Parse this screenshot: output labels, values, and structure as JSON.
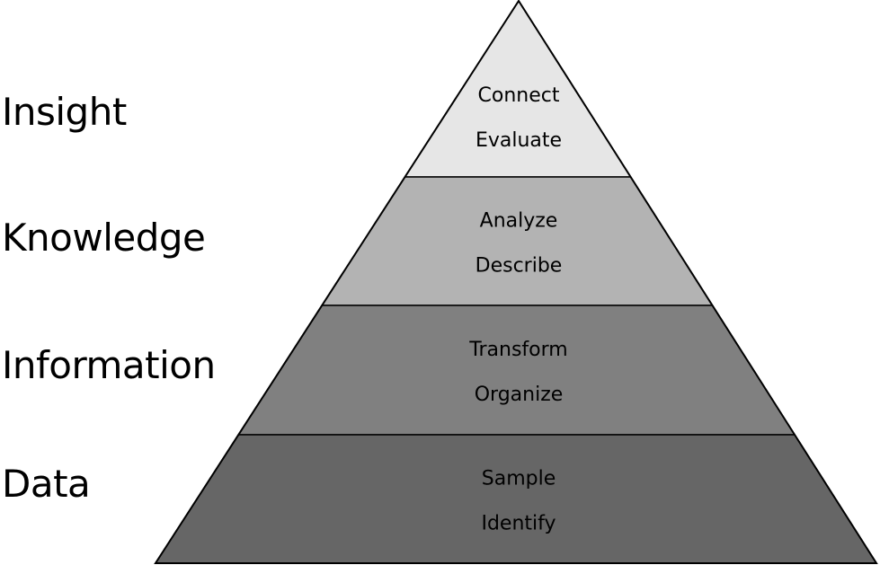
{
  "title": "Data-Information-Knowledge-Insight pyramid",
  "levels": [
    {
      "name": "Insight",
      "actions": [
        "Connect",
        "Evaluate"
      ],
      "color": "#e6e6e6"
    },
    {
      "name": "Knowledge",
      "actions": [
        "Analyze",
        "Describe"
      ],
      "color": "#b3b3b3"
    },
    {
      "name": "Information",
      "actions": [
        "Transform",
        "Organize"
      ],
      "color": "#808080"
    },
    {
      "name": "Data",
      "actions": [
        "Sample",
        "Identify"
      ],
      "color": "#666666"
    }
  ]
}
